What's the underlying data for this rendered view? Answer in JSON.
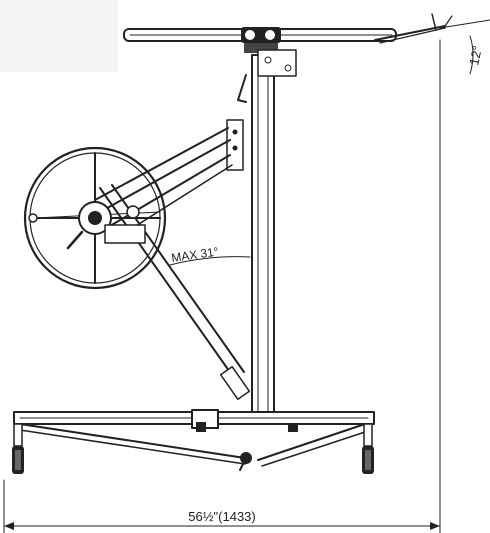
{
  "diagram": {
    "labels": {
      "max_angle": "MAX 31°",
      "tilt_angle": "12°",
      "base_width": "56½\"(1433)"
    }
  }
}
